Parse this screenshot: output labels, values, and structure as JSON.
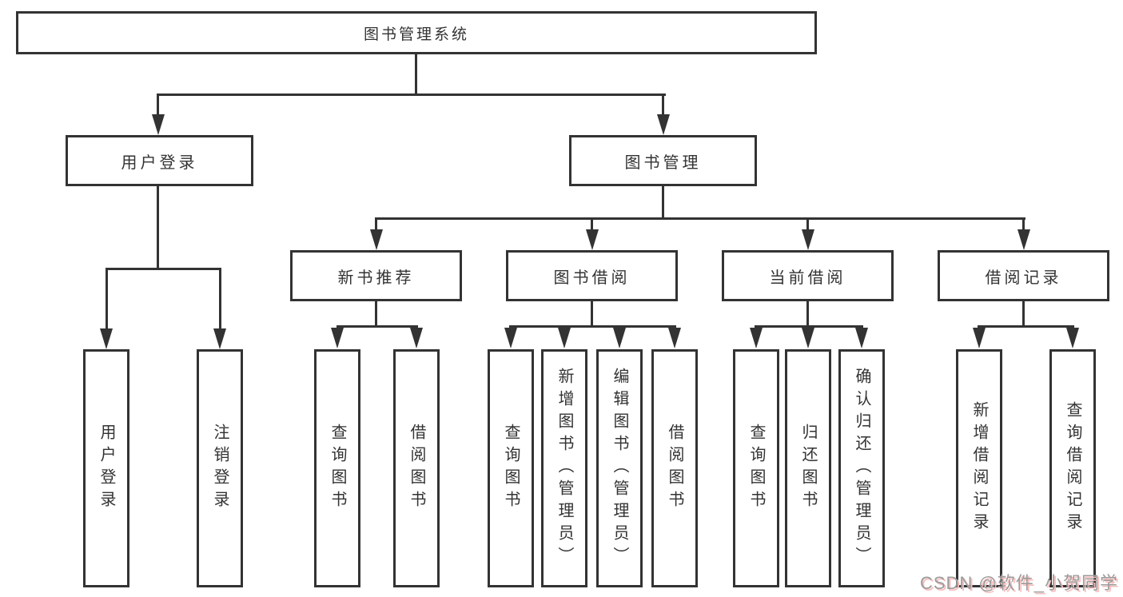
{
  "tree": {
    "label": "图书管理系统",
    "children": [
      {
        "label": "用户登录",
        "children": [
          {
            "label": "用户登录"
          },
          {
            "label": "注销登录"
          }
        ]
      },
      {
        "label": "图书管理",
        "children": [
          {
            "label": "新书推荐",
            "children": [
              {
                "label": "查询图书"
              },
              {
                "label": "借阅图书"
              }
            ]
          },
          {
            "label": "图书借阅",
            "children": [
              {
                "label": "查询图书"
              },
              {
                "label": "新增图书（管理员）"
              },
              {
                "label": "编辑图书（管理员）"
              },
              {
                "label": "借阅图书"
              }
            ]
          },
          {
            "label": "当前借阅",
            "children": [
              {
                "label": "查询图书"
              },
              {
                "label": "归还图书"
              },
              {
                "label": "确认归还（管理员）"
              }
            ]
          },
          {
            "label": "借阅记录",
            "children": [
              {
                "label": "新增借阅记录"
              },
              {
                "label": "查询借阅记录"
              }
            ]
          }
        ]
      }
    ]
  },
  "watermark": {
    "text": "CSDN @软件_小贺同学"
  },
  "colors": {
    "line": "#333333",
    "box_border": "#333333",
    "box_fill": "#ffffff",
    "text": "#333333",
    "background": "#ffffff",
    "watermark_text": "#9b9b9b",
    "watermark_shadow": "#f8bcbc"
  }
}
